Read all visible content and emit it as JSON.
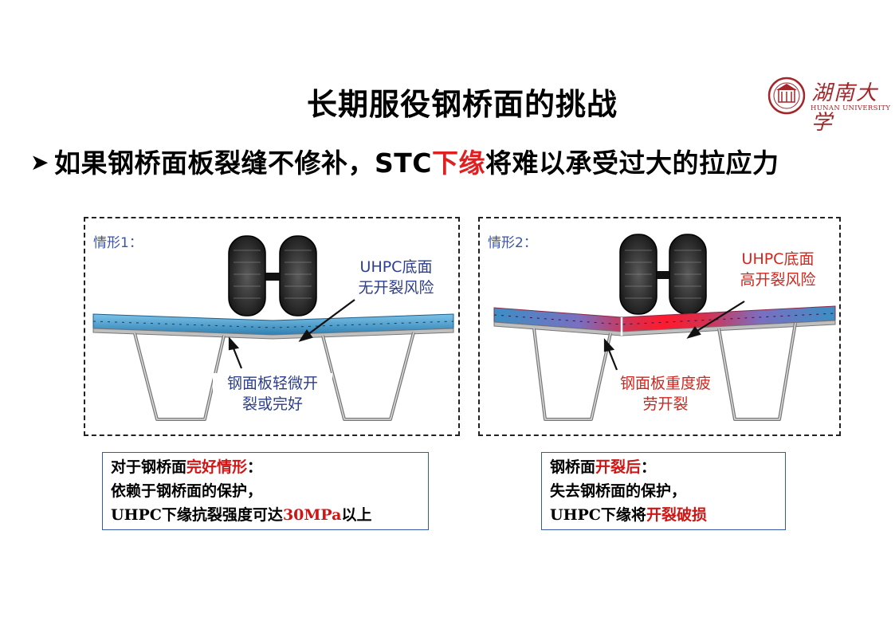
{
  "slide": {
    "title": "长期服役钢桥面的挑战",
    "logo": {
      "name": "湖南大学",
      "english": "HUNAN UNIVERSITY"
    },
    "bullet": {
      "prefix": "如果钢桥面板裂缝不修补，STC",
      "highlight": "下缘",
      "suffix": "将难以承受过大的拉应力"
    }
  },
  "panel1": {
    "label": "情形1：",
    "top_annotation": [
      "UHPC底面",
      "无开裂风险"
    ],
    "bottom_annotation": [
      "钢面板轻微开",
      "裂或完好"
    ]
  },
  "panel2": {
    "label": "情形2：",
    "top_annotation": [
      "UHPC底面",
      "高开裂风险"
    ],
    "bottom_annotation": [
      "钢面板重度疲",
      "劳开裂"
    ]
  },
  "note1": {
    "line1_prefix": "对于钢桥面",
    "line1_highlight": "完好情形",
    "line1_suffix": "：",
    "line2": "依赖于钢桥面的保护，",
    "line3_prefix": "UHPC下缘抗裂强度可达",
    "line3_highlight": "30MPa",
    "line3_suffix": "以上"
  },
  "note2": {
    "line1_prefix": "钢桥面",
    "line1_highlight": "开裂后",
    "line1_suffix": "：",
    "line2": "失去钢桥面的保护，",
    "line3_prefix": "UHPC下缘将",
    "line3_highlight": "开裂破损",
    "line3_suffix": ""
  },
  "colors": {
    "accent_red": "#e02020",
    "annotation_blue": "#2b3e8f",
    "deck_blue": "#3b8fc4",
    "box_border": "#3459a8"
  }
}
